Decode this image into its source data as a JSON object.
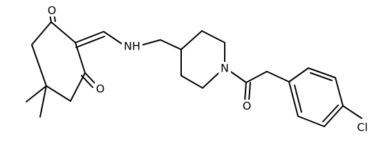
{
  "atoms": {
    "o_top": "O",
    "o_bottom": "O",
    "nh": "NH",
    "n_ring": "N",
    "o_amide": "O",
    "cl": "Cl"
  },
  "colors": {
    "bond": "#000000",
    "label": "#000000",
    "background": "#ffffff"
  }
}
